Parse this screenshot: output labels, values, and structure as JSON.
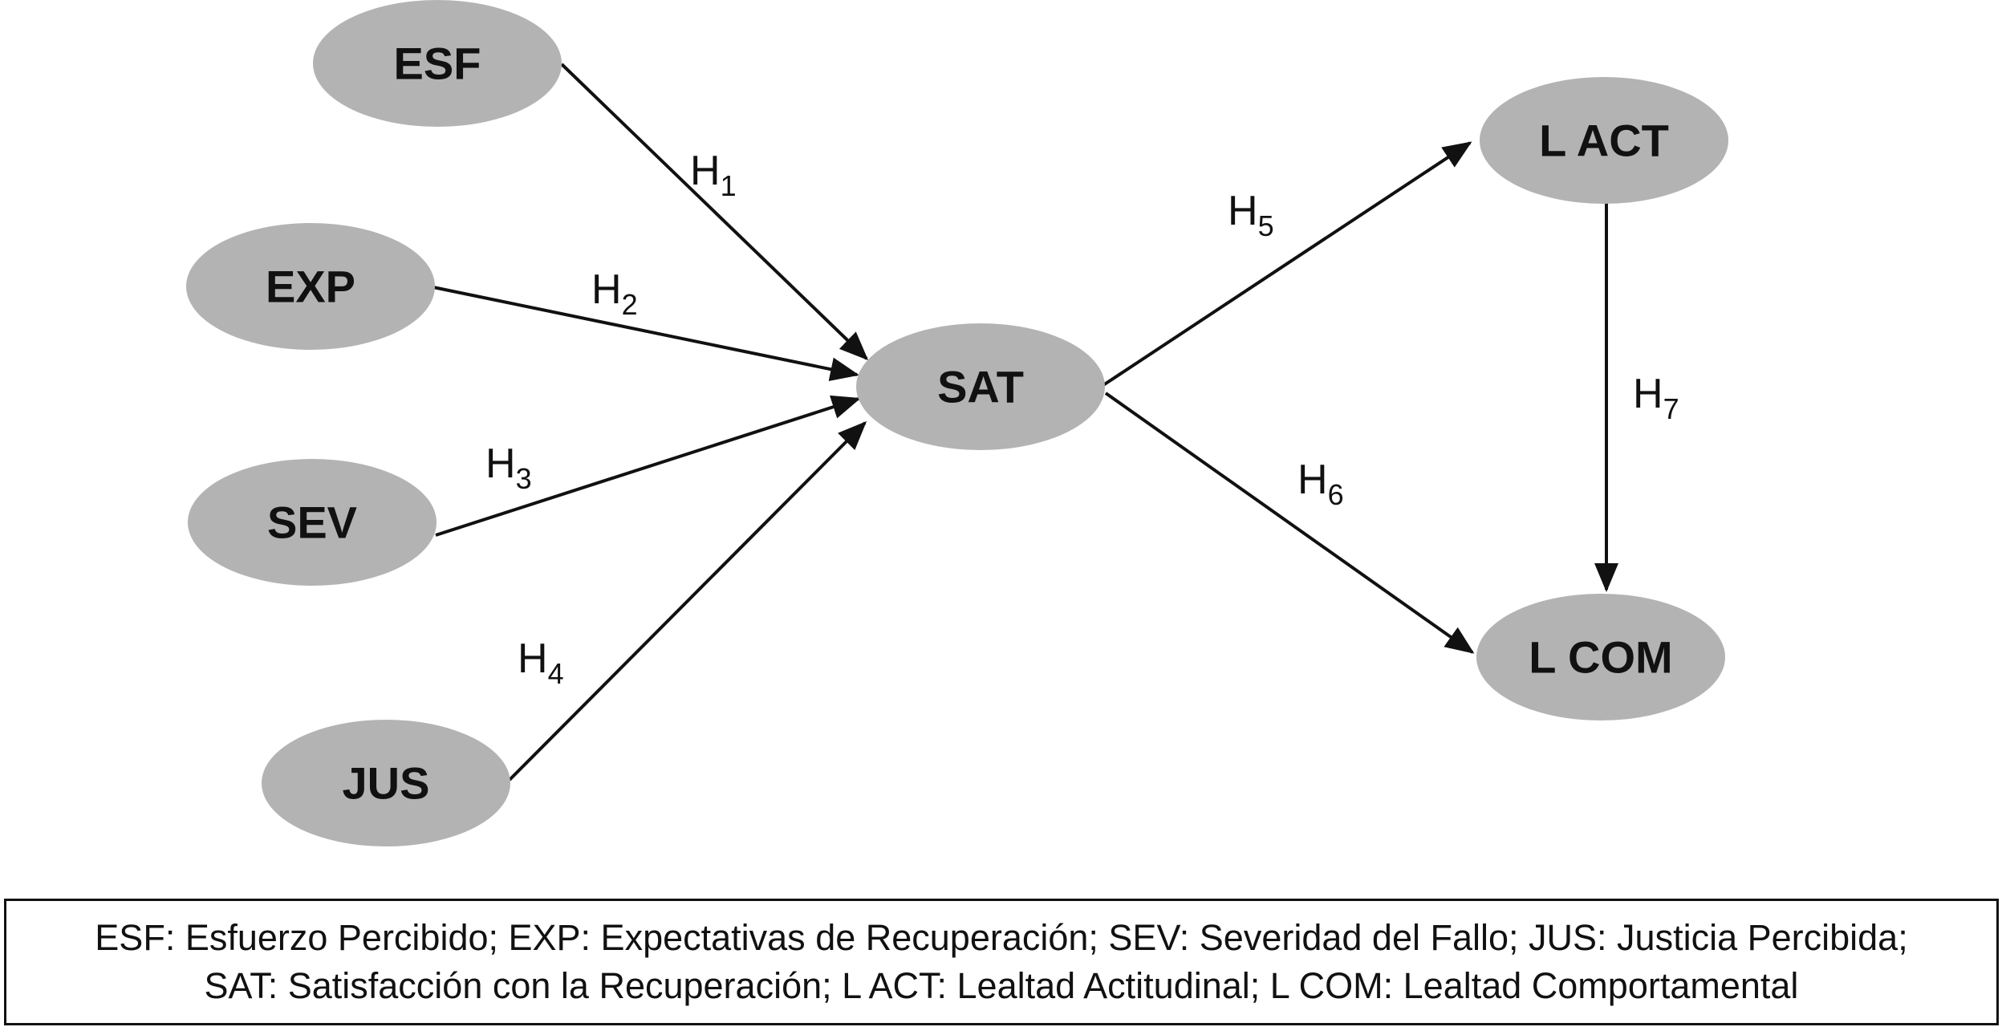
{
  "nodes": {
    "esf": "ESF",
    "exp": "EXP",
    "sev": "SEV",
    "jus": "JUS",
    "sat": "SAT",
    "lact": "L ACT",
    "lcom": "L COM"
  },
  "hypotheses": {
    "h1": {
      "letter": "H",
      "sub": "1"
    },
    "h2": {
      "letter": "H",
      "sub": "2"
    },
    "h3": {
      "letter": "H",
      "sub": "3"
    },
    "h4": {
      "letter": "H",
      "sub": "4"
    },
    "h5": {
      "letter": "H",
      "sub": "5"
    },
    "h6": {
      "letter": "H",
      "sub": "6"
    },
    "h7": {
      "letter": "H",
      "sub": "7"
    }
  },
  "legend": {
    "line1": "ESF: Esfuerzo Percibido; EXP: Expectativas de Recuperación; SEV: Severidad del Fallo;  JUS: Justicia Percibida;",
    "line2": "SAT: Satisfacción con la Recuperación; L ACT: Lealtad Actitudinal; L COM: Lealtad Comportamental"
  },
  "colors": {
    "node_fill": "#b3b3b3",
    "line": "#111111"
  }
}
